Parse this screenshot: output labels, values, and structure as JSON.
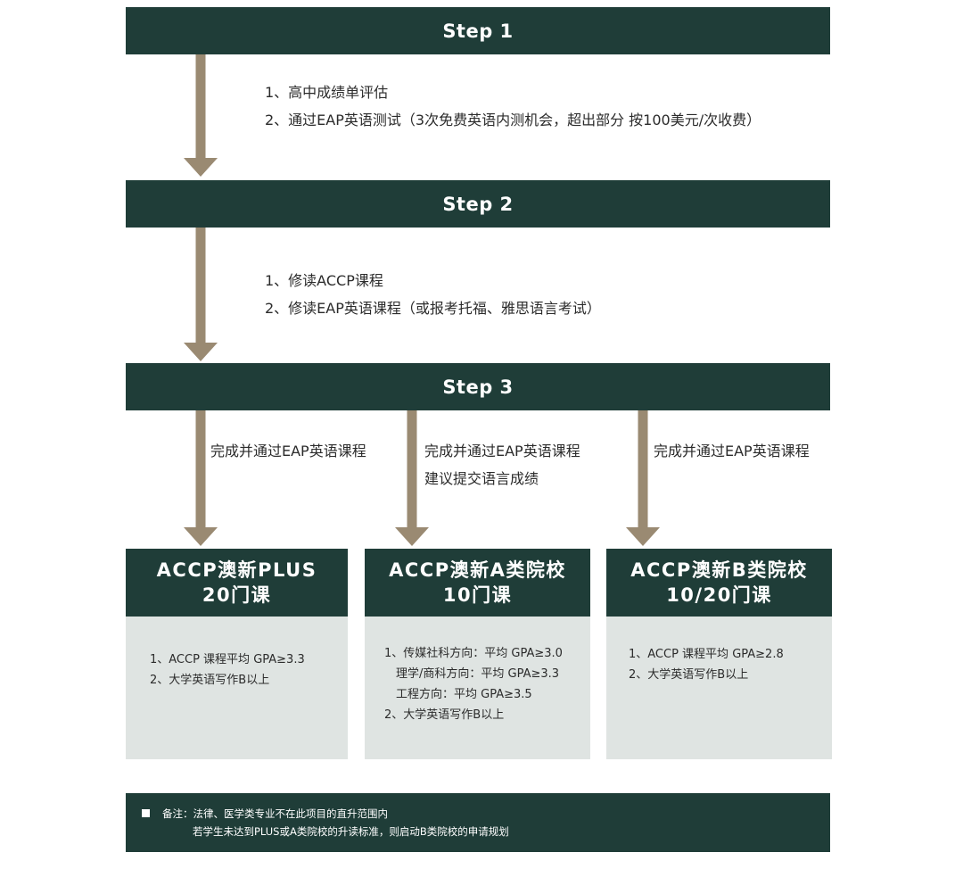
{
  "steps": [
    {
      "label": "Step 1"
    },
    {
      "label": "Step 2"
    },
    {
      "label": "Step 3"
    }
  ],
  "step1_items": [
    "1、高中成绩单评估",
    "2、通过EAP英语测试（3次免费英语内测机会，超出部分 按100美元/次收费）"
  ],
  "step2_items": [
    "1、修读ACCP课程",
    "2、修读EAP英语课程（或报考托福、雅思语言考试）"
  ],
  "branches": [
    {
      "condition": [
        "完成并通过EAP英语课程"
      ],
      "title_line1": "ACCP澳新PLUS",
      "title_line2": "20门课",
      "requirements": [
        "1、ACCP 课程平均 GPA≥3.3",
        "2、大学英语写作B以上"
      ]
    },
    {
      "condition": [
        "完成并通过EAP英语课程",
        "建议提交语言成绩"
      ],
      "title_line1": "ACCP澳新A类院校",
      "title_line2": "10门课",
      "requirements": [
        "1、传媒社科方向：平均 GPA≥3.0",
        "理学/商科方向：平均 GPA≥3.3",
        "工程方向：平均 GPA≥3.5",
        "2、大学英语写作B以上"
      ]
    },
    {
      "condition": [
        "完成并通过EAP英语课程"
      ],
      "title_line1": "ACCP澳新B类院校",
      "title_line2": "10/20门课",
      "requirements": [
        "1、ACCP 课程平均 GPA≥2.8",
        "2、大学英语写作B以上"
      ]
    }
  ],
  "note": {
    "line1": "备注：法律、医学类专业不在此项目的直升范围内",
    "line2": "若学生未达到PLUS或A类院校的升读标准，则启动B类院校的申请规划"
  },
  "colors": {
    "dark_green": "#1f3d38",
    "arrow_brown": "#9a8a72",
    "card_gray": "#dfe4e2"
  }
}
